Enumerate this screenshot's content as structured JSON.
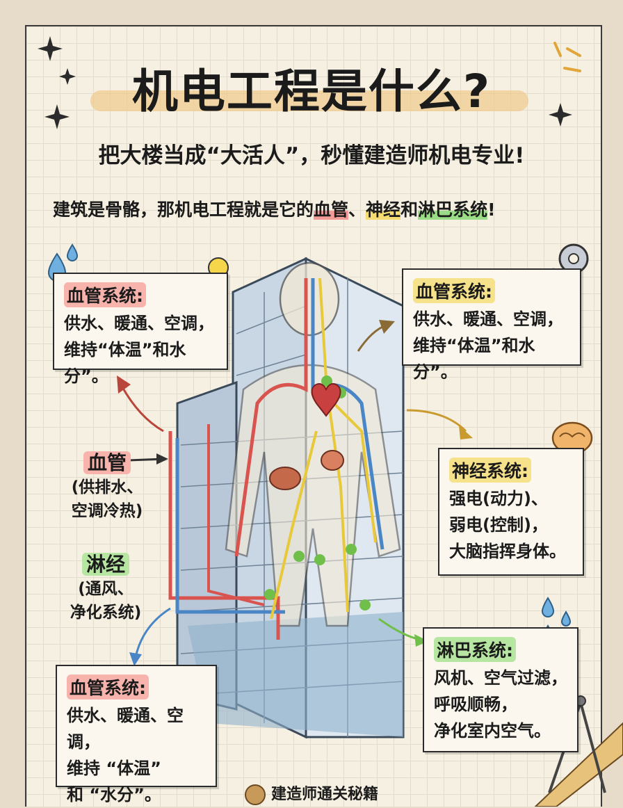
{
  "header": {
    "title": "机电工程是什么?",
    "subtitle": "把大楼当成“大活人”，秒懂建造师机电专业!"
  },
  "intro": {
    "prefix": "建筑是骨骼，那机电工程就是它的",
    "term1": "血管",
    "sep1": "、",
    "term2": "神经",
    "sep2": "和",
    "term3": "淋巴系统",
    "suffix": "!"
  },
  "cards": {
    "top_left": {
      "title": "血管系统:",
      "body": "供水、暖通、空调，\n维持“体温”和水分”。"
    },
    "top_right": {
      "title": "血管系统:",
      "body": "供水、暖通、空调，\n维持“体温”和水分”。"
    },
    "nerve": {
      "title": "神经系统:",
      "body": "强电(动力)、\n弱电(控制)，\n大脑指挥身体。"
    },
    "lymph": {
      "title": "淋巴系统:",
      "body": "风机、空气过滤，\n呼吸顺畅，\n净化室内空气。"
    },
    "bottom_left": {
      "title": "血管系统:",
      "body": "供水、暖通、空调，\n维持 “体温”\n和 “水分”。"
    }
  },
  "side_labels": {
    "blood": {
      "main": "血管",
      "sub": "(供排水、\n空调冷热)"
    },
    "lymph": {
      "main": "淋经",
      "sub": "(通风、\n净化系统)"
    }
  },
  "footer": {
    "text": "建造师通关秘籍"
  },
  "colors": {
    "red": "#d9534f",
    "blue": "#4a86c5",
    "yellow": "#e8c93a",
    "green": "#6fbf4a"
  }
}
